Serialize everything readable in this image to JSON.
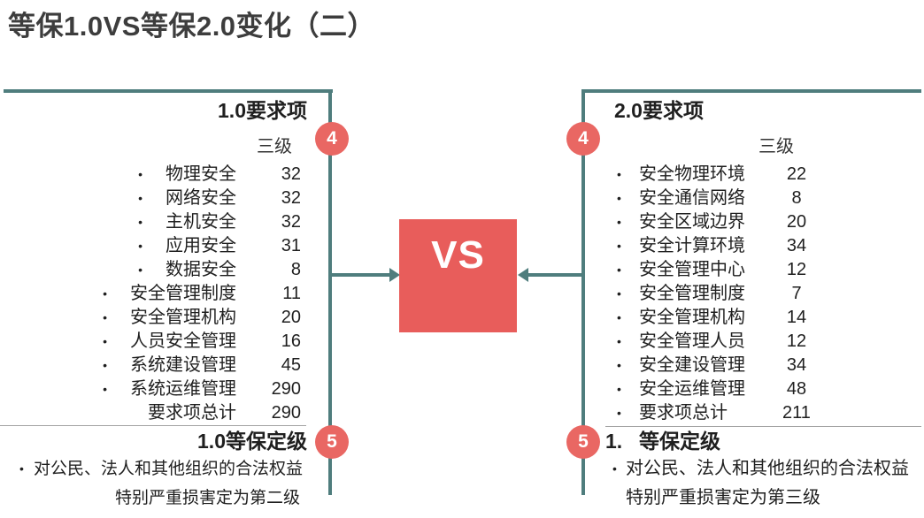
{
  "title": "等保1.0VS等保2.0变化（二）",
  "vs_label": "VS",
  "badges": {
    "requirements": "4",
    "grading": "5"
  },
  "colors": {
    "teal_line": "#4F7D7D",
    "badge_red": "#E96763",
    "vs_box_red": "#E85D5B",
    "divider_gray": "#A3A3A3"
  },
  "left": {
    "header": "1.0要求项",
    "level_label": "三级",
    "items": [
      {
        "label": "物理安全",
        "value": "32",
        "bullet": true
      },
      {
        "label": "网络安全",
        "value": "32",
        "bullet": true
      },
      {
        "label": "主机安全",
        "value": "32",
        "bullet": true
      },
      {
        "label": "应用安全",
        "value": "31",
        "bullet": true
      },
      {
        "label": "数据安全",
        "value": "8",
        "bullet": true
      },
      {
        "label": "安全管理制度",
        "value": "11",
        "bullet": true
      },
      {
        "label": "安全管理机构",
        "value": "20",
        "bullet": true
      },
      {
        "label": "人员安全管理",
        "value": "16",
        "bullet": true
      },
      {
        "label": "系统建设管理",
        "value": "45",
        "bullet": true
      },
      {
        "label": "系统运维管理",
        "value": "290",
        "bullet": true
      },
      {
        "label": "要求项总计",
        "value": "290",
        "bullet": false
      }
    ],
    "grading_header": "1.0等保定级",
    "grading_line1": "对公民、法人和其他组织的合法权益",
    "grading_line2": "特别严重损害定为第二级"
  },
  "right": {
    "header": "2.0要求项",
    "level_label": "三级",
    "items": [
      {
        "label": "安全物理环境",
        "value": "22",
        "bullet": true
      },
      {
        "label": "安全通信网络",
        "value": "8",
        "bullet": true
      },
      {
        "label": "安全区域边界",
        "value": "20",
        "bullet": true
      },
      {
        "label": "安全计算环境",
        "value": "34",
        "bullet": true
      },
      {
        "label": "安全管理中心",
        "value": "12",
        "bullet": true
      },
      {
        "label": "安全管理制度",
        "value": "7",
        "bullet": true
      },
      {
        "label": "安全管理机构",
        "value": "14",
        "bullet": true
      },
      {
        "label": "安全管理人员",
        "value": "12",
        "bullet": true
      },
      {
        "label": "安全建设管理",
        "value": "34",
        "bullet": true
      },
      {
        "label": "安全运维管理",
        "value": "48",
        "bullet": true
      },
      {
        "label": "要求项总计",
        "value": "211",
        "bullet": true
      }
    ],
    "grading_number": "1.",
    "grading_header": "等保定级",
    "grading_line1": "对公民、法人和其他组织的合法权益",
    "grading_line2": "特别严重损害定为第三级"
  }
}
